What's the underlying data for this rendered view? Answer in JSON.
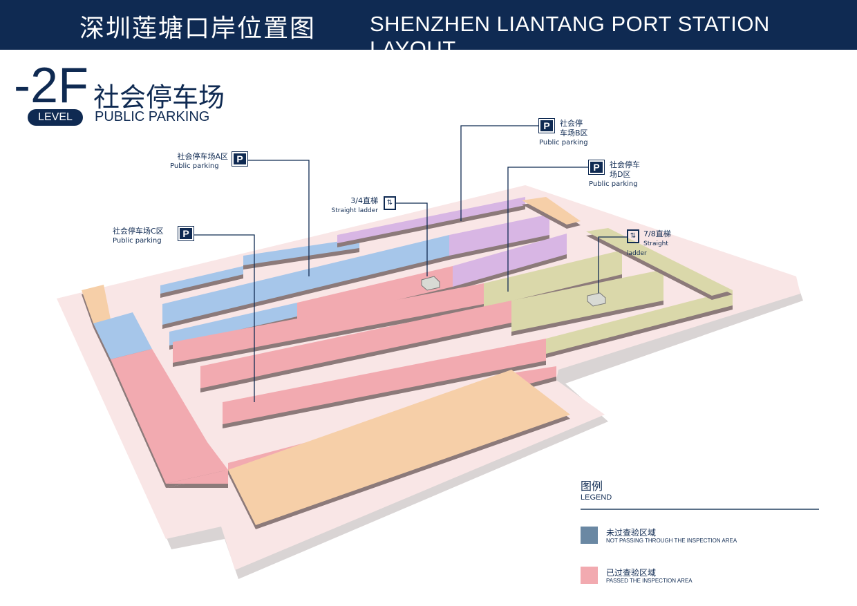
{
  "header": {
    "title_cn": "深圳莲塘口岸位置图",
    "title_en": "SHENZHEN  LIANTANG PORT STATION LAYOUT"
  },
  "level": {
    "floor": "-2F",
    "badge": "LEVEL",
    "name_cn": "社会停车场",
    "name_en": "PUBLIC PARKING"
  },
  "labels": [
    {
      "id": "a",
      "cn": "社会停车场A区",
      "en": "Public parking",
      "icon": "P"
    },
    {
      "id": "b",
      "cn": "社会停车场B区",
      "en": "Public parking",
      "icon": "P"
    },
    {
      "id": "c",
      "cn": "社会停车场C区",
      "en": "Public parking",
      "icon": "P"
    },
    {
      "id": "d",
      "cn": "社会停车场D区",
      "en": "Public parking",
      "icon": "P"
    },
    {
      "id": "e34",
      "cn": "3/4直梯",
      "en": "Straight ladder",
      "icon": "elevator"
    },
    {
      "id": "e78",
      "cn": "7/8直梯",
      "en": "Straight ladder",
      "icon": "elevator"
    }
  ],
  "legend": {
    "title_cn": "图例",
    "title_en": "LEGEND",
    "items": [
      {
        "cn": "未过查验区域",
        "en": "NOT PASSING THROUGH THE INSPECTION AREA",
        "color": "#6a88a3"
      },
      {
        "cn": "已过查验区域",
        "en": "PASSED THE INSPECTION AREA",
        "color": "#f2aab0"
      }
    ]
  },
  "colors": {
    "navy": "#0f2a52",
    "blue": "#a6c6ea",
    "pink": "#f2aab0",
    "purple": "#d8b6e4",
    "olive": "#dad8aa",
    "peach": "#f6cfa8",
    "floor": "#f9e6e6"
  }
}
